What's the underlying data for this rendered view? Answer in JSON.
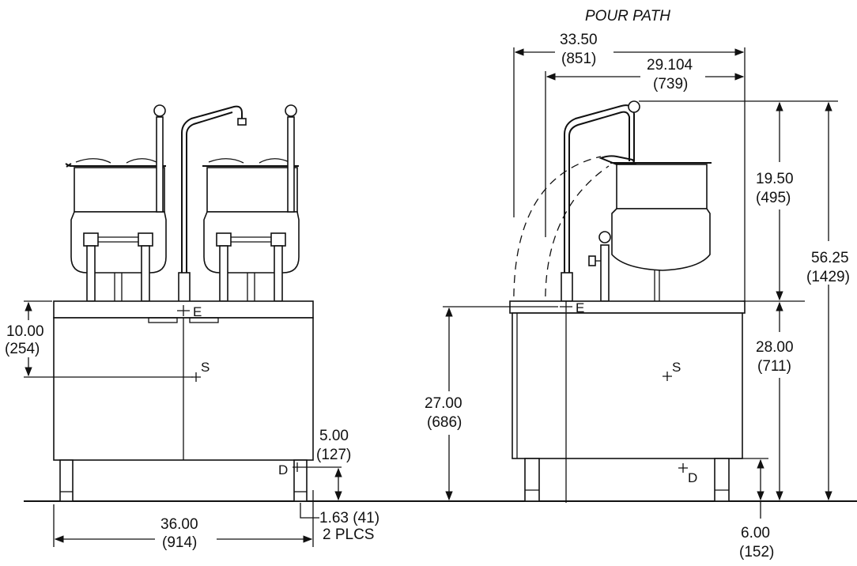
{
  "pour_path": "POUR PATH",
  "front_view": {
    "dim_10": {
      "value": "10.00",
      "metric": "(254)"
    },
    "dim_5": {
      "value": "5.00",
      "metric": "(127)"
    },
    "dim_1_63": {
      "value": "1.63 (41)",
      "note": "2 PLCS"
    },
    "dim_36": {
      "value": "36.00",
      "metric": "(914)"
    },
    "label_e": "E",
    "label_s": "S",
    "label_d": "D"
  },
  "side_view": {
    "dim_33_50": {
      "value": "33.50",
      "metric": "(851)"
    },
    "dim_29_104": {
      "value": "29.104",
      "metric": "(739)"
    },
    "dim_19_50": {
      "value": "19.50",
      "metric": "(495)"
    },
    "dim_56_25": {
      "value": "56.25",
      "metric": "(1429)"
    },
    "dim_28": {
      "value": "28.00",
      "metric": "(711)"
    },
    "dim_27": {
      "value": "27.00",
      "metric": "(686)"
    },
    "dim_6": {
      "value": "6.00",
      "metric": "(152)"
    },
    "label_e": "E",
    "label_s": "S",
    "label_d": "D"
  }
}
